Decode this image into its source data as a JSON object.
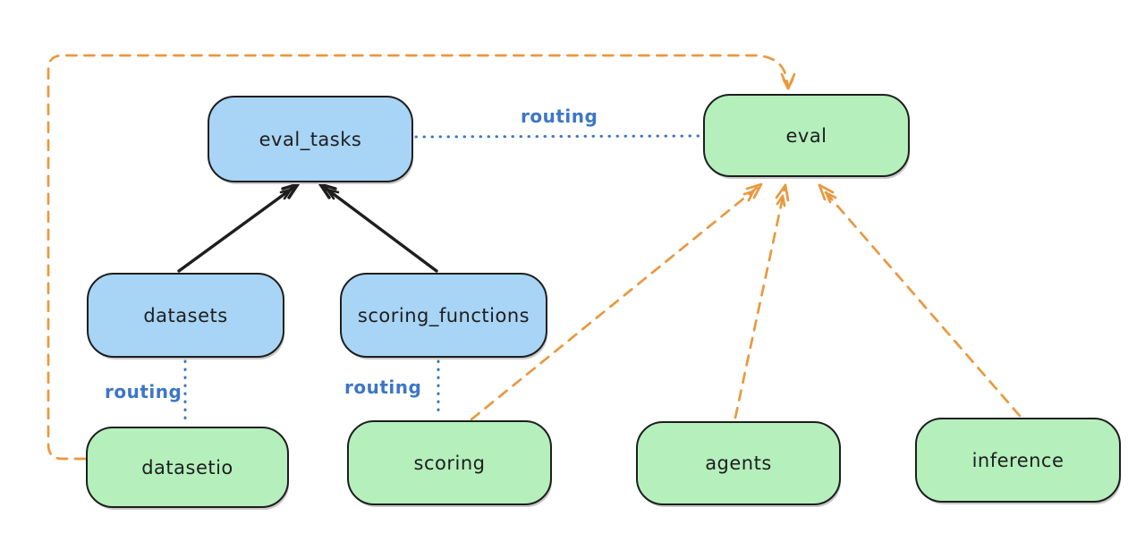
{
  "diagram": {
    "title_hint": "llama-stack eval API routing diagram",
    "background": "#ffffff",
    "colors": {
      "api_box_fill": "#a8d4f5",
      "provider_box_fill": "#b4efbc",
      "box_stroke": "#1e1e1e",
      "routing_line_blue": "#3d76c6",
      "provider_arrow_orange": "#e8993f",
      "dependency_arrow_black": "#1e1e1e"
    },
    "nodes": [
      {
        "id": "eval_tasks",
        "label": "eval_tasks",
        "type": "api"
      },
      {
        "id": "eval",
        "label": "eval",
        "type": "provider"
      },
      {
        "id": "datasets",
        "label": "datasets",
        "type": "api"
      },
      {
        "id": "scoring_functions",
        "label": "scoring_functions",
        "type": "api"
      },
      {
        "id": "datasetio",
        "label": "datasetio",
        "type": "provider"
      },
      {
        "id": "scoring",
        "label": "scoring",
        "type": "provider"
      },
      {
        "id": "agents",
        "label": "agents",
        "type": "provider"
      },
      {
        "id": "inference",
        "label": "inference",
        "type": "provider"
      }
    ],
    "edges": [
      {
        "from": "datasets",
        "to": "eval_tasks",
        "style": "solid-black-arrow",
        "label": ""
      },
      {
        "from": "scoring_functions",
        "to": "eval_tasks",
        "style": "solid-black-arrow",
        "label": ""
      },
      {
        "from": "eval_tasks",
        "to": "eval",
        "style": "dotted-blue",
        "label": "routing"
      },
      {
        "from": "datasets",
        "to": "datasetio",
        "style": "dotted-blue",
        "label": "routing"
      },
      {
        "from": "scoring_functions",
        "to": "scoring",
        "style": "dotted-blue",
        "label": "routing"
      },
      {
        "from": "datasetio",
        "to": "eval",
        "style": "dashed-orange-arrow",
        "label": ""
      },
      {
        "from": "scoring",
        "to": "eval",
        "style": "dashed-orange-arrow",
        "label": ""
      },
      {
        "from": "agents",
        "to": "eval",
        "style": "dashed-orange-arrow",
        "label": ""
      },
      {
        "from": "inference",
        "to": "eval",
        "style": "dashed-orange-arrow",
        "label": ""
      }
    ]
  }
}
